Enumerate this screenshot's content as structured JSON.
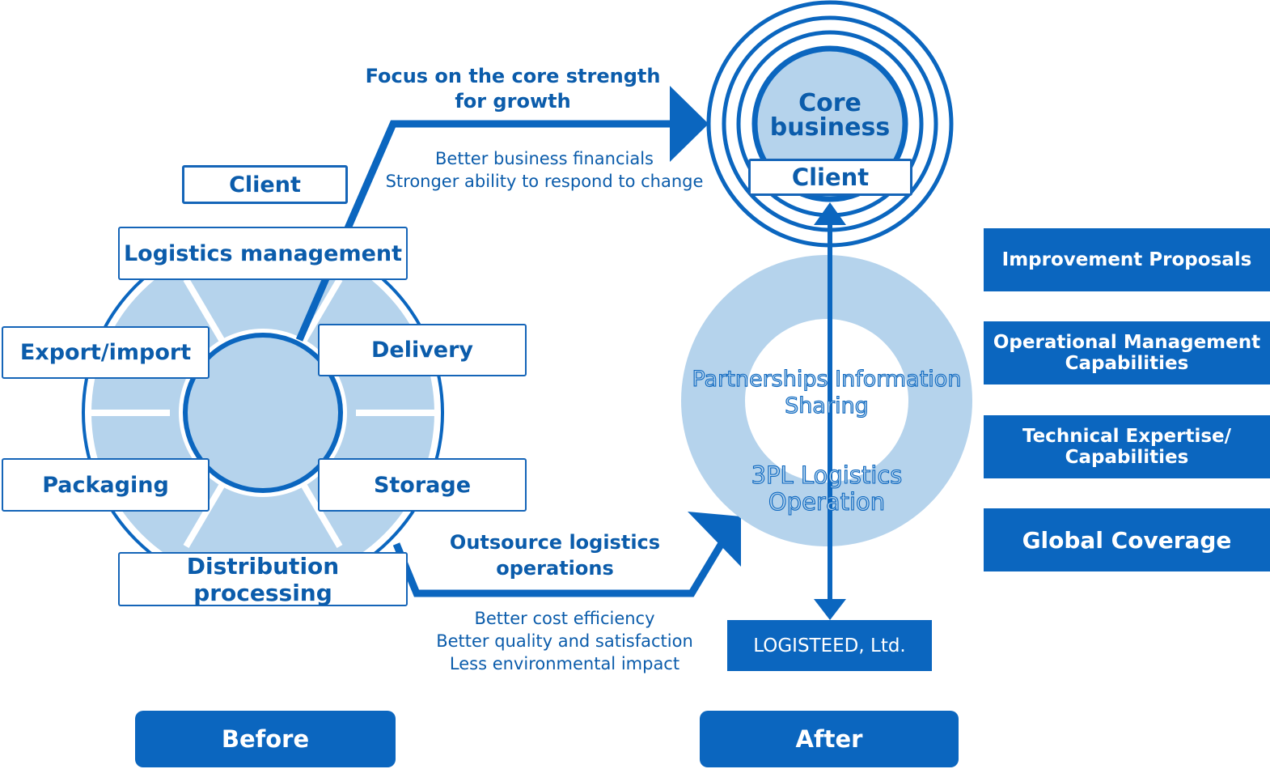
{
  "colors": {
    "primary": "#0b66bf",
    "light_fill": "#b5d3ec",
    "text_blue": "#0b5cab",
    "white": "#ffffff"
  },
  "before": {
    "label": "Before",
    "client_label": "Client",
    "functions": {
      "logistics_management": "Logistics management",
      "export_import": "Export/import",
      "delivery": "Delivery",
      "packaging": "Packaging",
      "storage": "Storage",
      "distribution_processing": "Distribution processing"
    }
  },
  "top_arrow": {
    "heading_line1": "Focus on the core strength",
    "heading_line2": "for growth",
    "benefit1": "Better business financials",
    "benefit2": "Stronger ability to respond to change"
  },
  "bottom_arrow": {
    "heading_line1": "Outsource logistics",
    "heading_line2": "operations",
    "benefit1": "Better cost efficiency",
    "benefit2": "Better quality and satisfaction",
    "benefit3": "Less environmental impact"
  },
  "after": {
    "label": "After",
    "core_line1": "Core",
    "core_line2": "business",
    "client_label": "Client",
    "partnership_line1": "Partnerships Information",
    "partnership_line2": "Sharing",
    "operation_line1": "3PL Logistics",
    "operation_line2": "Operation",
    "provider": "LOGISTEED, Ltd."
  },
  "capabilities": {
    "c1": "Improvement Proposals",
    "c2_line1": "Operational Management",
    "c2_line2": "Capabilities",
    "c3_line1": "Technical Expertise/",
    "c3_line2": "Capabilities",
    "c4": "Global Coverage"
  }
}
